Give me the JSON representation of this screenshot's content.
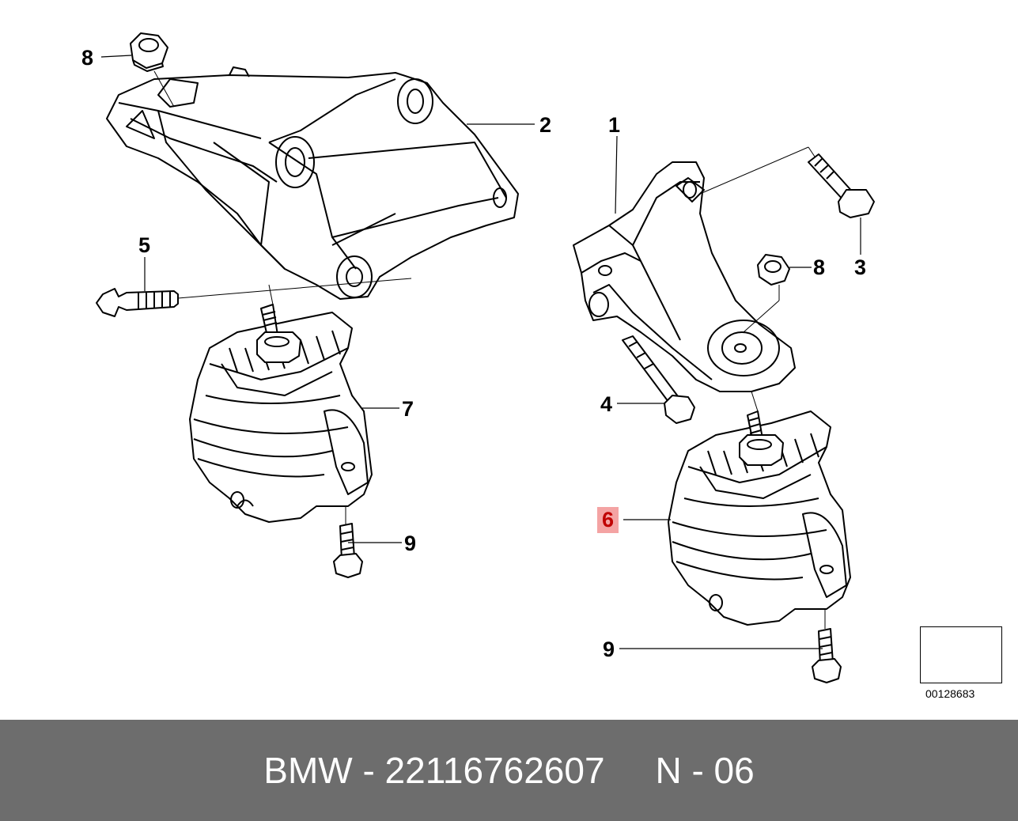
{
  "callouts": {
    "c8a": "8",
    "c2": "2",
    "c1": "1",
    "c3": "3",
    "c8b": "8",
    "c5": "5",
    "c7": "7",
    "c4": "4",
    "c6": "6",
    "c9a": "9",
    "c9b": "9"
  },
  "highlight_color": "#f4a3a3",
  "highlight_text_color": "#c00000",
  "reference_number": "00128683",
  "footer": {
    "brand": "BMW",
    "part_number": "22116762607",
    "variant": "N - 06",
    "text": "BMW - 22116762607     N - 06"
  }
}
